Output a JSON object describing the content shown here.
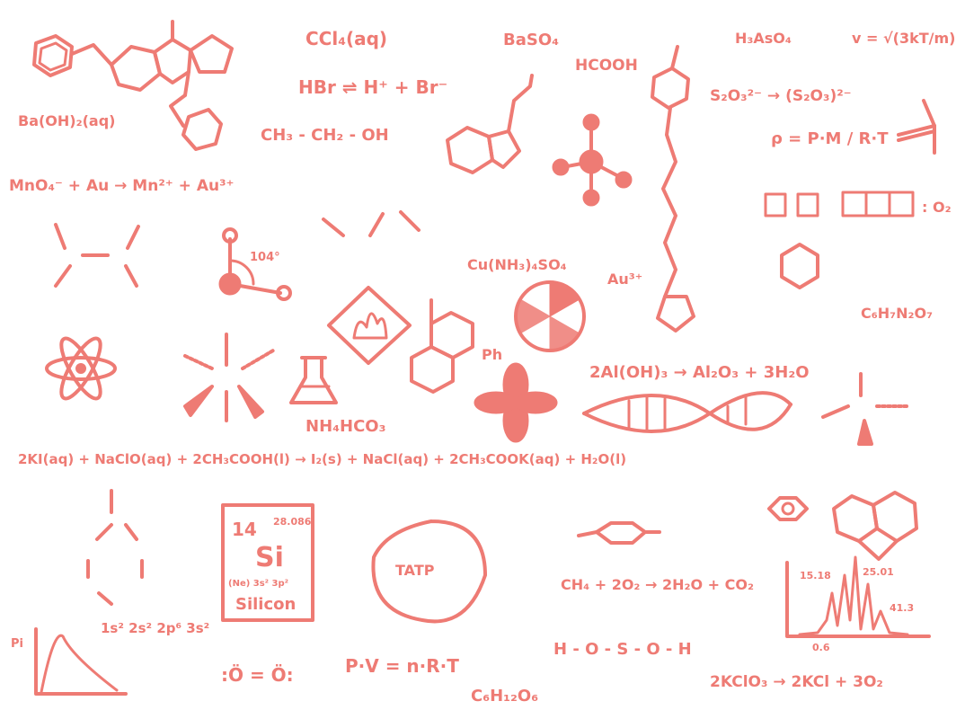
{
  "palette": {
    "ink": "#ee7b74",
    "background": "#ffffff"
  },
  "icons": [
    "molecule-icon",
    "atom-icon",
    "flask-icon",
    "flame-hazard-icon",
    "radiation-icon",
    "dna-helix-icon",
    "orbital-icon",
    "benzene-icon",
    "graph-icon"
  ],
  "formulas": {
    "ccl4": "CCl₄(aq)",
    "baso4": "BaSO₄",
    "hcooh": "HCOOH",
    "h3aso4": "H₃AsO₄",
    "velocity": "v = √(3kT/m)",
    "baoh2": "Ba(OH)₂(aq)",
    "hbr": "HBr ⇌ H⁺ + Br⁻",
    "s2o3": "S₂O₃²⁻ → (S₂O₃)²⁻",
    "ethanol": "CH₃ - CH₂ - OH",
    "density": "ρ = P·M / R·T",
    "mno4": "MnO₄⁻ + Au → Mn²⁺ + Au³⁺",
    "o2_boxes": ": O₂",
    "cunh3": "Cu(NH₃)₄SO₄",
    "au3": "Au³⁺",
    "trinitro": "C₆H₇N₂O₇",
    "aloh3": "2Al(OH)₃ → Al₂O₃ + 3H₂O",
    "nh4hco3": "NH₄HCO₃",
    "long_eq": "2KI(aq) + NaClO(aq) + 2CH₃COOH(l) → I₂(s) + NaCl(aq) + 2CH₃COOK(aq) + H₂O(l)",
    "si_number": "14",
    "si_mass": "28.086",
    "si_symbol": "Si",
    "si_config": "(Ne) 3s² 3p²",
    "si_name": "Silicon",
    "tatp": "TATP",
    "methane": "CH₄ + 2O₂ → 2H₂O + CO₂",
    "orbitals": "1s² 2s² 2p⁶ 3s²",
    "pvnrt": "P·V = n·R·T",
    "o2_lewis": ":Ö = Ö:",
    "glucose": "C₆H₁₂O₆",
    "sulfuric": "H - O - S - O - H",
    "kclo3": "2KClO₃ → 2KCl + 3O₂",
    "angle": "104°",
    "ph": "Ph",
    "graph_peak1": "15.18",
    "graph_peak2": "25.01",
    "graph_peak3": "41.3",
    "graph_x": "0.6",
    "pi": "Pi"
  }
}
